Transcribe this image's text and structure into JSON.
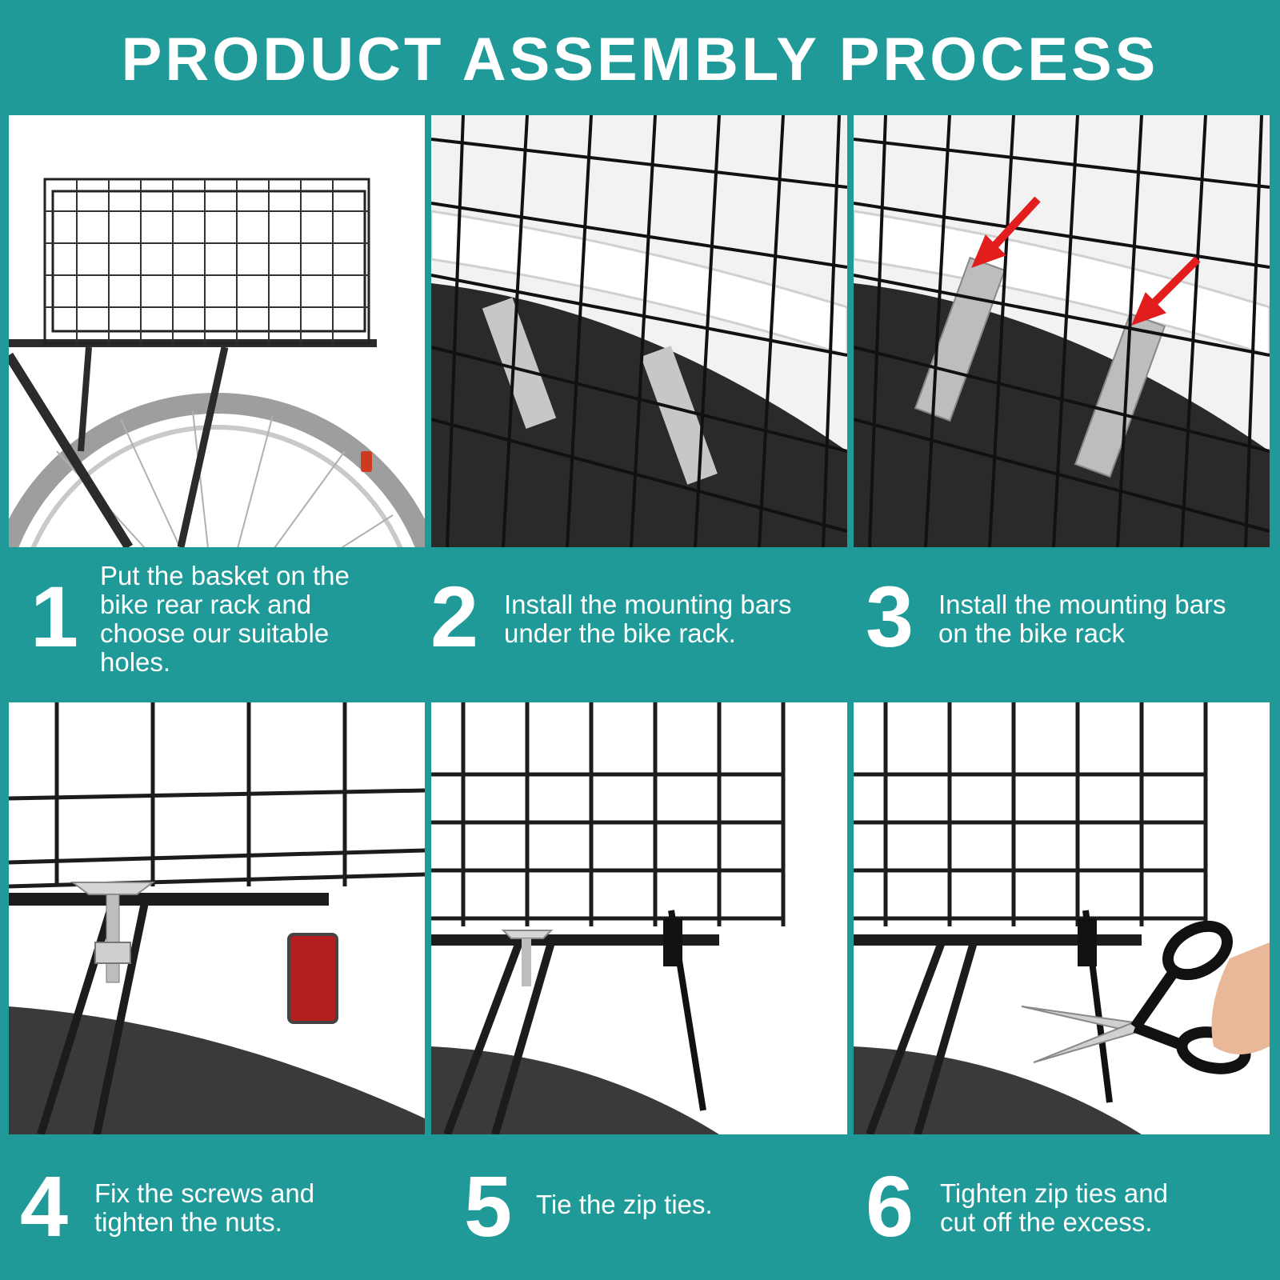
{
  "title": "PRODUCT ASSEMBLY PROCESS",
  "colors": {
    "background": "#1f9a98",
    "text": "#ffffff",
    "arrow": "#e21d1d",
    "panel": "#ffffff"
  },
  "steps": [
    {
      "number": "1",
      "text": "Put the basket on the\nbike rear rack and\nchoose our suitable\nholes."
    },
    {
      "number": "2",
      "text": "Install the mounting bars\nunder the bike rack."
    },
    {
      "number": "3",
      "text": "Install the mounting bars\non the bike rack"
    },
    {
      "number": "4",
      "text": "Fix the screws and\ntighten the nuts."
    },
    {
      "number": "5",
      "text": "Tie the zip ties."
    },
    {
      "number": "6",
      "text": "Tighten zip ties and\ncut off the excess."
    }
  ]
}
